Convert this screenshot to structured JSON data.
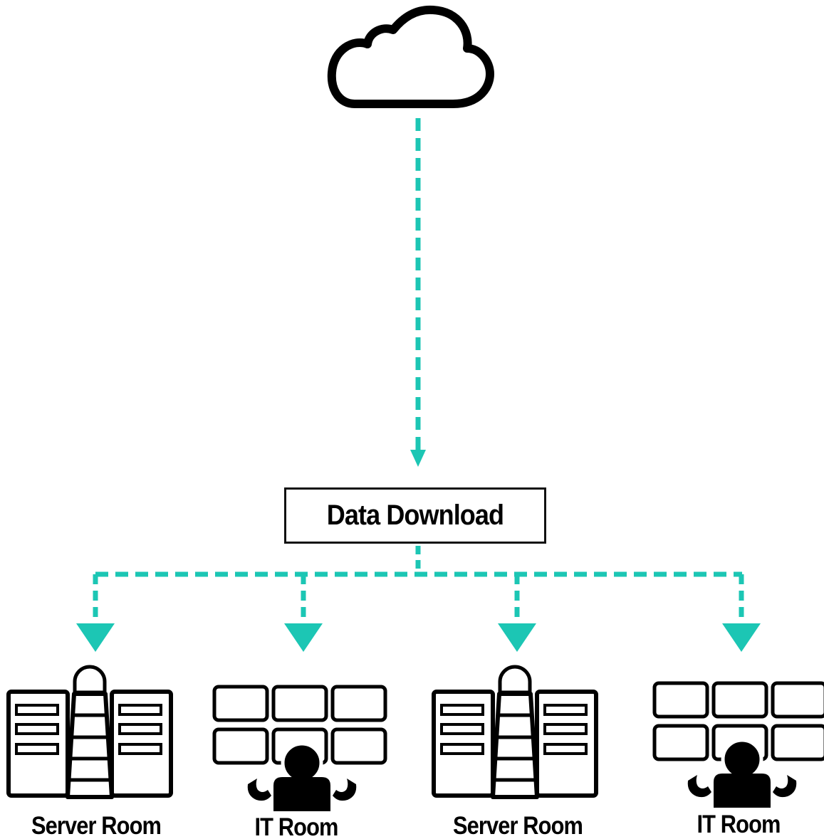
{
  "diagram": {
    "source": {
      "icon": "cloud-icon"
    },
    "hub": {
      "label": "Data Download"
    },
    "destinations": [
      {
        "icon": "server-rack-icon",
        "label": "Server Room"
      },
      {
        "icon": "it-operator-monitors-icon",
        "label": "IT Room"
      },
      {
        "icon": "server-rack-icon",
        "label": "Server Room"
      },
      {
        "icon": "it-operator-monitors-icon",
        "label": "IT Room"
      }
    ],
    "connector_color": "#1cc6b4",
    "line_style": "dashed"
  }
}
